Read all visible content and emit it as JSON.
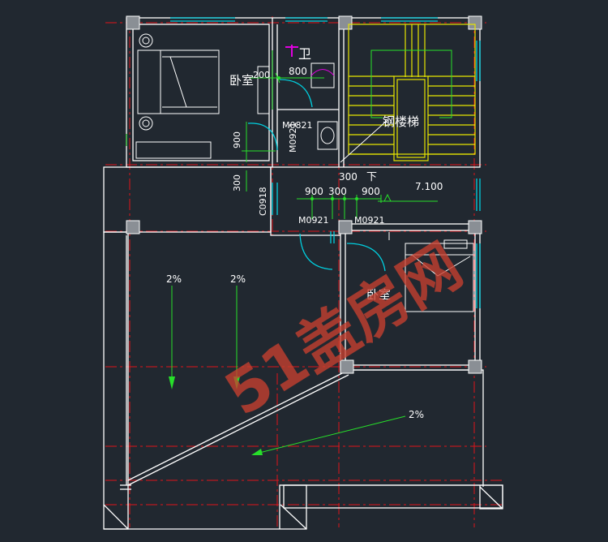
{
  "drawing": {
    "rooms": {
      "bedroom_top": "卧室",
      "bathroom": "卫",
      "stair": "钢楼梯",
      "bedroom_right": "卧室"
    },
    "doors": {
      "m0821": "M0821",
      "m0921_vertical": "M0921",
      "m0921_left": "M0921",
      "m0921_right": "M0921",
      "c0918": "C0918"
    },
    "dimensions": {
      "d200": "200",
      "d800": "800",
      "d900_left": "900",
      "d300_left": "300",
      "d300_top": "300",
      "d900_a": "900",
      "d300_b": "300",
      "d900_b": "900",
      "down": "下",
      "elevation": "7.100"
    },
    "slopes": {
      "s1": "2%",
      "s2": "2%",
      "s3": "2%"
    },
    "watermark": "51盖房网",
    "colors": {
      "background": "#212830",
      "wall": "#ffffff",
      "axis": "#e0131a",
      "window": "#00d0e0",
      "dimension": "#27e02a",
      "stair": "#e8e600",
      "toilet": "#e000e0",
      "watermark": "#c8402f"
    }
  }
}
